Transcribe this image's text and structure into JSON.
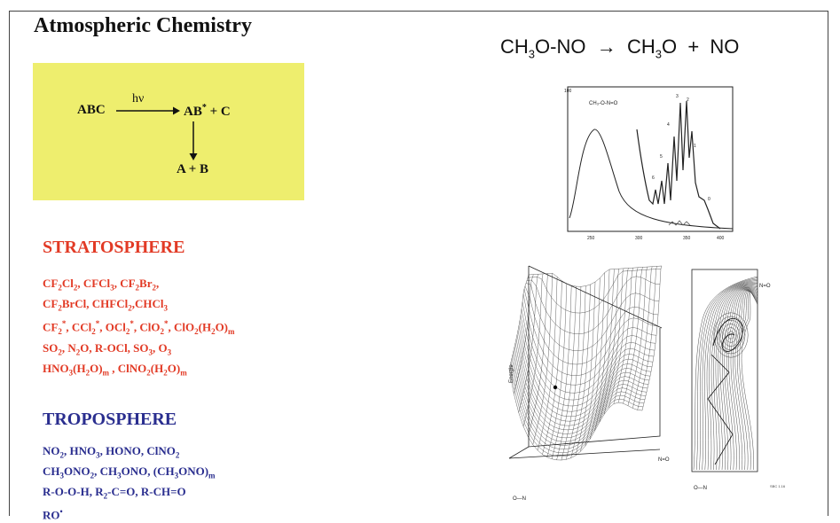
{
  "title": "Atmospheric Chemistry",
  "reaction_scheme": {
    "reactant": "ABC",
    "light": "hν",
    "excited": "AB",
    "excited_mark": "*",
    "plus_c": "+ C",
    "products": "A + B"
  },
  "equation": {
    "lhs_prefix": "CH",
    "lhs_sub": "3",
    "lhs_suffix": "O-NO",
    "arrow": "→",
    "rhs1_prefix": "CH",
    "rhs1_sub": "3",
    "rhs1_suffix": "O",
    "plus": "+",
    "rhs2": "NO"
  },
  "stratosphere": {
    "heading": "STRATOSPHERE",
    "lines": [
      [
        [
          "CF",
          ""
        ],
        [
          "2",
          "sub"
        ],
        [
          "Cl",
          ""
        ],
        [
          "2",
          "sub"
        ],
        [
          ", CFCl",
          ""
        ],
        [
          "3",
          "sub"
        ],
        [
          ", CF",
          ""
        ],
        [
          "2",
          "sub"
        ],
        [
          "Br",
          ""
        ],
        [
          "2",
          "sub"
        ],
        [
          ",",
          ""
        ]
      ],
      [
        [
          "CF",
          ""
        ],
        [
          "2",
          "sub"
        ],
        [
          "BrCl, CHFCl",
          ""
        ],
        [
          "2",
          "sub"
        ],
        [
          ",CHCl",
          ""
        ],
        [
          "3",
          "sub"
        ]
      ],
      [
        [
          "CF",
          ""
        ],
        [
          "2",
          "sub"
        ],
        [
          "*",
          "sup"
        ],
        [
          ", CCl",
          ""
        ],
        [
          "2",
          "sub"
        ],
        [
          "*",
          "sup"
        ],
        [
          ", OCl",
          ""
        ],
        [
          "2",
          "sub"
        ],
        [
          "*",
          "sup"
        ],
        [
          ", ClO",
          ""
        ],
        [
          "2",
          "sub"
        ],
        [
          "*",
          "sup"
        ],
        [
          ", ClO",
          ""
        ],
        [
          "2",
          "sub"
        ],
        [
          "(H",
          ""
        ],
        [
          "2",
          "sub"
        ],
        [
          "O)",
          ""
        ],
        [
          "m",
          "sub"
        ]
      ],
      [
        [
          "SO",
          ""
        ],
        [
          "2",
          "sub"
        ],
        [
          ", N",
          ""
        ],
        [
          "2",
          "sub"
        ],
        [
          "O, R-OCl, SO",
          ""
        ],
        [
          "3",
          "sub"
        ],
        [
          ", O",
          ""
        ],
        [
          "3",
          "sub"
        ]
      ],
      [
        [
          "HNO",
          ""
        ],
        [
          "3",
          "sub"
        ],
        [
          "(H",
          ""
        ],
        [
          "2",
          "sub"
        ],
        [
          "O)",
          ""
        ],
        [
          "m",
          "sub"
        ],
        [
          " , ClNO",
          ""
        ],
        [
          "2",
          "sub"
        ],
        [
          "(H",
          ""
        ],
        [
          "2",
          "sub"
        ],
        [
          "O)",
          ""
        ],
        [
          "m",
          "sub"
        ]
      ]
    ]
  },
  "troposphere": {
    "heading": "TROPOSPHERE",
    "lines": [
      [
        [
          "NO",
          ""
        ],
        [
          "2",
          "sub"
        ],
        [
          ", HNO",
          ""
        ],
        [
          "3",
          "sub"
        ],
        [
          ", HONO, ClNO",
          ""
        ],
        [
          "2",
          "sub"
        ]
      ],
      [
        [
          "CH",
          ""
        ],
        [
          "3",
          "sub"
        ],
        [
          "ONO",
          ""
        ],
        [
          "2",
          "sub"
        ],
        [
          ", CH",
          ""
        ],
        [
          "3",
          "sub"
        ],
        [
          "ONO, (CH",
          ""
        ],
        [
          "3",
          "sub"
        ],
        [
          "ONO)",
          ""
        ],
        [
          "m",
          "sub"
        ]
      ],
      [
        [
          "R-O-O-H, R",
          ""
        ],
        [
          "2",
          "sub"
        ],
        [
          "-C=O, R-CH=O",
          ""
        ]
      ],
      [
        [
          "RO",
          ""
        ],
        [
          "•",
          "sup"
        ]
      ]
    ]
  },
  "spectrum": {
    "label": "CH₃-O-N=O",
    "y_tick": "100",
    "x_ticks": [
      "250",
      "300",
      "350",
      "400"
    ],
    "peak_labels": [
      "6",
      "5",
      "4",
      "3",
      "2",
      "1",
      "0"
    ]
  },
  "surface_plot": {
    "y_axis_label": "Energie",
    "axis_n_o": "N=O",
    "axis_o_n": "O—N"
  },
  "contour_plot": {
    "axis_n_o": "N=O",
    "axis_o_n": "O—N",
    "footnote": "SBC 1.16"
  }
}
